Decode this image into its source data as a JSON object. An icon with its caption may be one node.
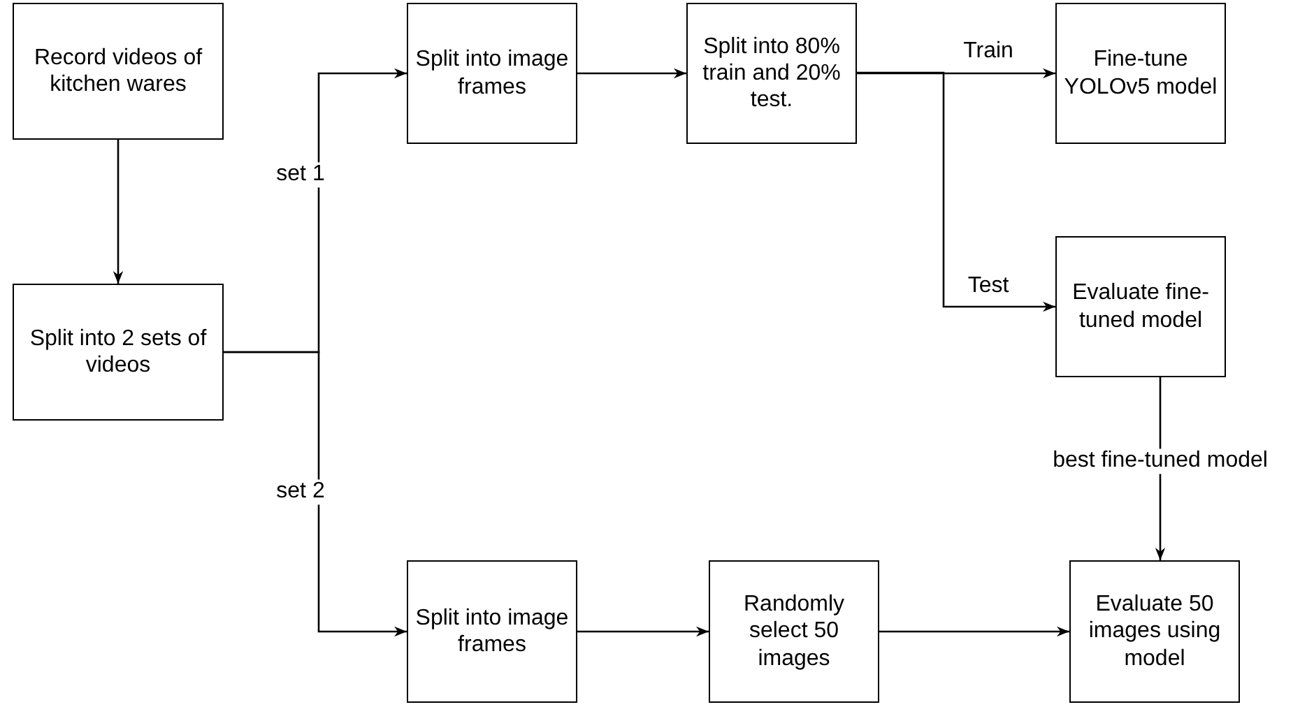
{
  "diagram": {
    "nodes": [
      {
        "text": [
          "Record videos of kitchen wares"
        ]
      },
      {
        "text": [
          "Split into 2 sets of videos"
        ]
      },
      {
        "text": [
          "Split into image frames"
        ]
      },
      {
        "text": [
          "Split into 80% train and 20% test."
        ]
      },
      {
        "text": [
          "Fine-tune YOLOv5 model"
        ]
      },
      {
        "text": [
          "Evaluate fine-tuned model"
        ]
      },
      {
        "text": [
          "Split into image frames"
        ]
      },
      {
        "text": [
          "Randomly select 50 images"
        ]
      },
      {
        "text": [
          "Evaluate 50 images using model"
        ]
      }
    ],
    "edges": [
      {
        "from": 0,
        "to": 1,
        "arrow": "to"
      },
      {
        "from": 1,
        "to": 2,
        "arrow": "to",
        "label": "set 1"
      },
      {
        "from": 1,
        "to": 6,
        "arrow": "to",
        "label": "set 2"
      },
      {
        "from": 2,
        "to": 3,
        "arrow": "to"
      },
      {
        "from": 3,
        "to": 4,
        "arrow": "to",
        "label": "Train"
      },
      {
        "from": 3,
        "to": 5,
        "arrow": "to",
        "label": "Test"
      },
      {
        "from": 5,
        "to": 8,
        "arrow": "to",
        "label": "best fine-tuned model"
      },
      {
        "from": 6,
        "to": 7,
        "arrow": "to"
      },
      {
        "from": 7,
        "to": 8,
        "arrow": "to"
      }
    ]
  }
}
